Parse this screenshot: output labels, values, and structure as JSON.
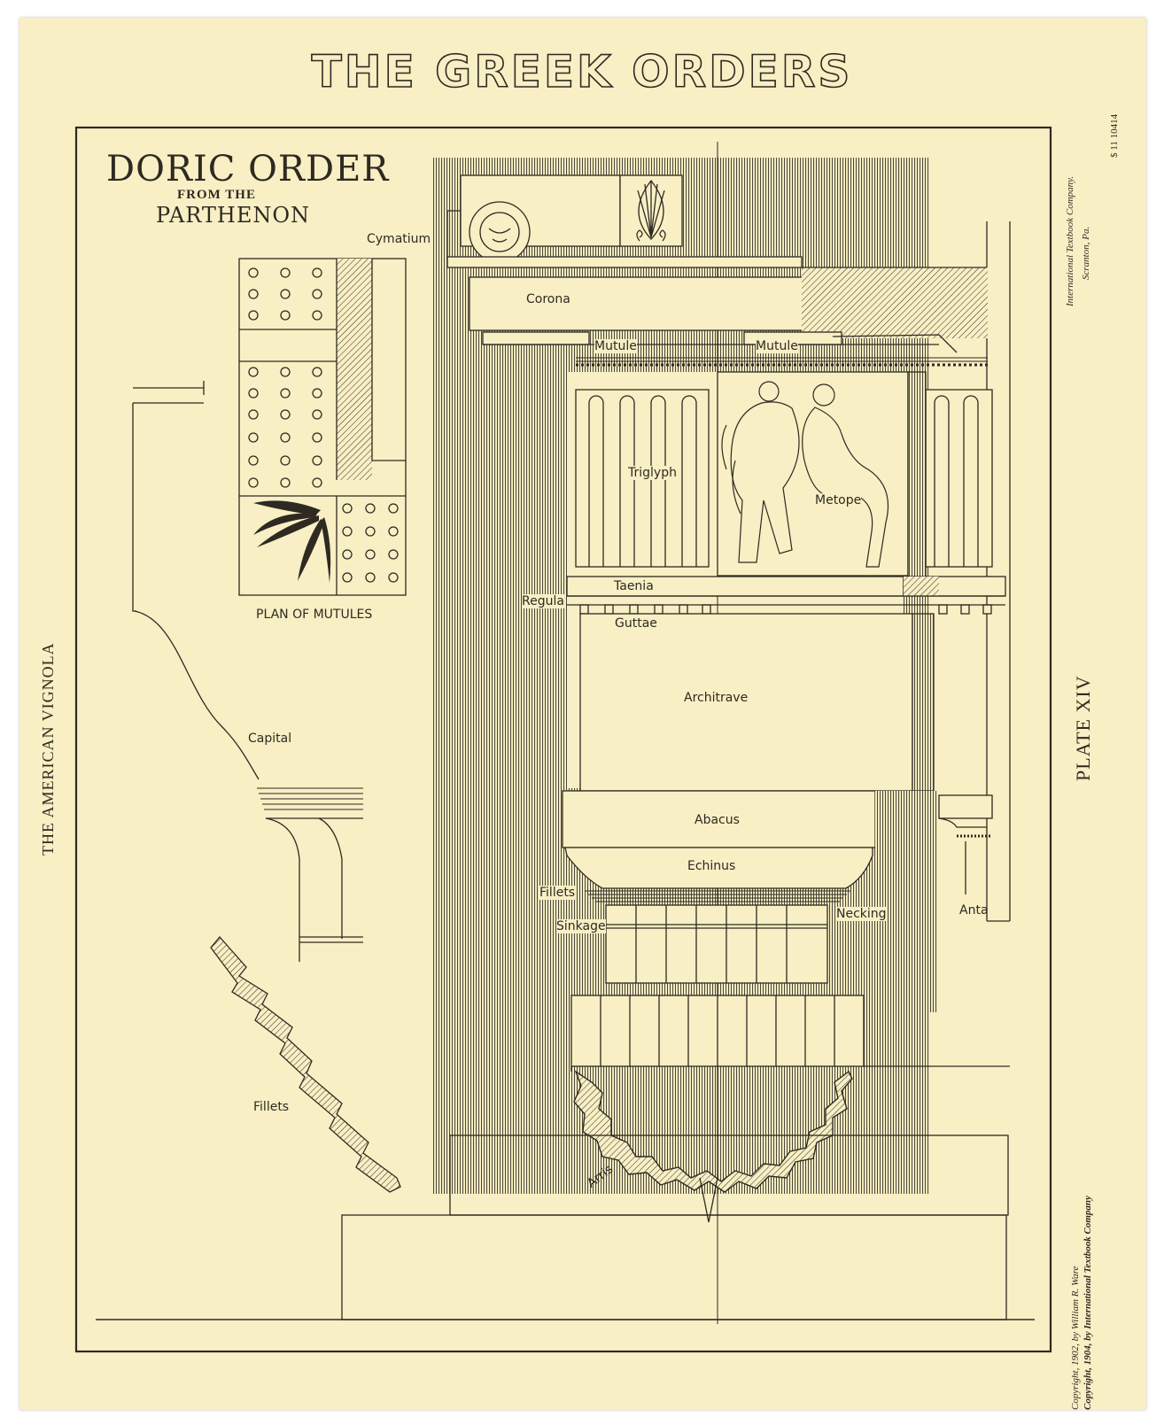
{
  "plate": {
    "title": "THE GREEK ORDERS",
    "heading_main": "DORIC ORDER",
    "heading_from": "FROM THE",
    "heading_source": "PARTHENON",
    "series": "THE AMERICAN VIGNOLA",
    "plate_number": "PLATE XIV",
    "publisher_line1": "International Textbook Company.",
    "publisher_line2": "Scranton, Pa.",
    "catalog_code": "$ 11   10414",
    "copyright_1": "Copyright, 1902, by William R. Ware",
    "copyright_2": "Copyright, 1904, by International Textbook Company"
  },
  "labels": {
    "cymatium": "Cymatium",
    "corona": "Corona",
    "mutule_1": "Mutule",
    "mutule_2": "Mutule",
    "triglyph": "Triglyph",
    "metope": "Metope",
    "taenia": "Taenia",
    "regula": "Regula",
    "guttae": "Guttae",
    "architrave": "Architrave",
    "abacus": "Abacus",
    "echinus": "Echinus",
    "fillets_capital": "Fillets",
    "sinkage": "Sinkage",
    "necking": "Necking",
    "anta": "Anta",
    "arris": "Arris",
    "plan_of_mutules": "PLAN OF MUTULES",
    "capital": "Capital",
    "fillets_profile": "Fillets"
  },
  "colors": {
    "paper": "#f8efc4",
    "ink": "#2e2a22"
  }
}
